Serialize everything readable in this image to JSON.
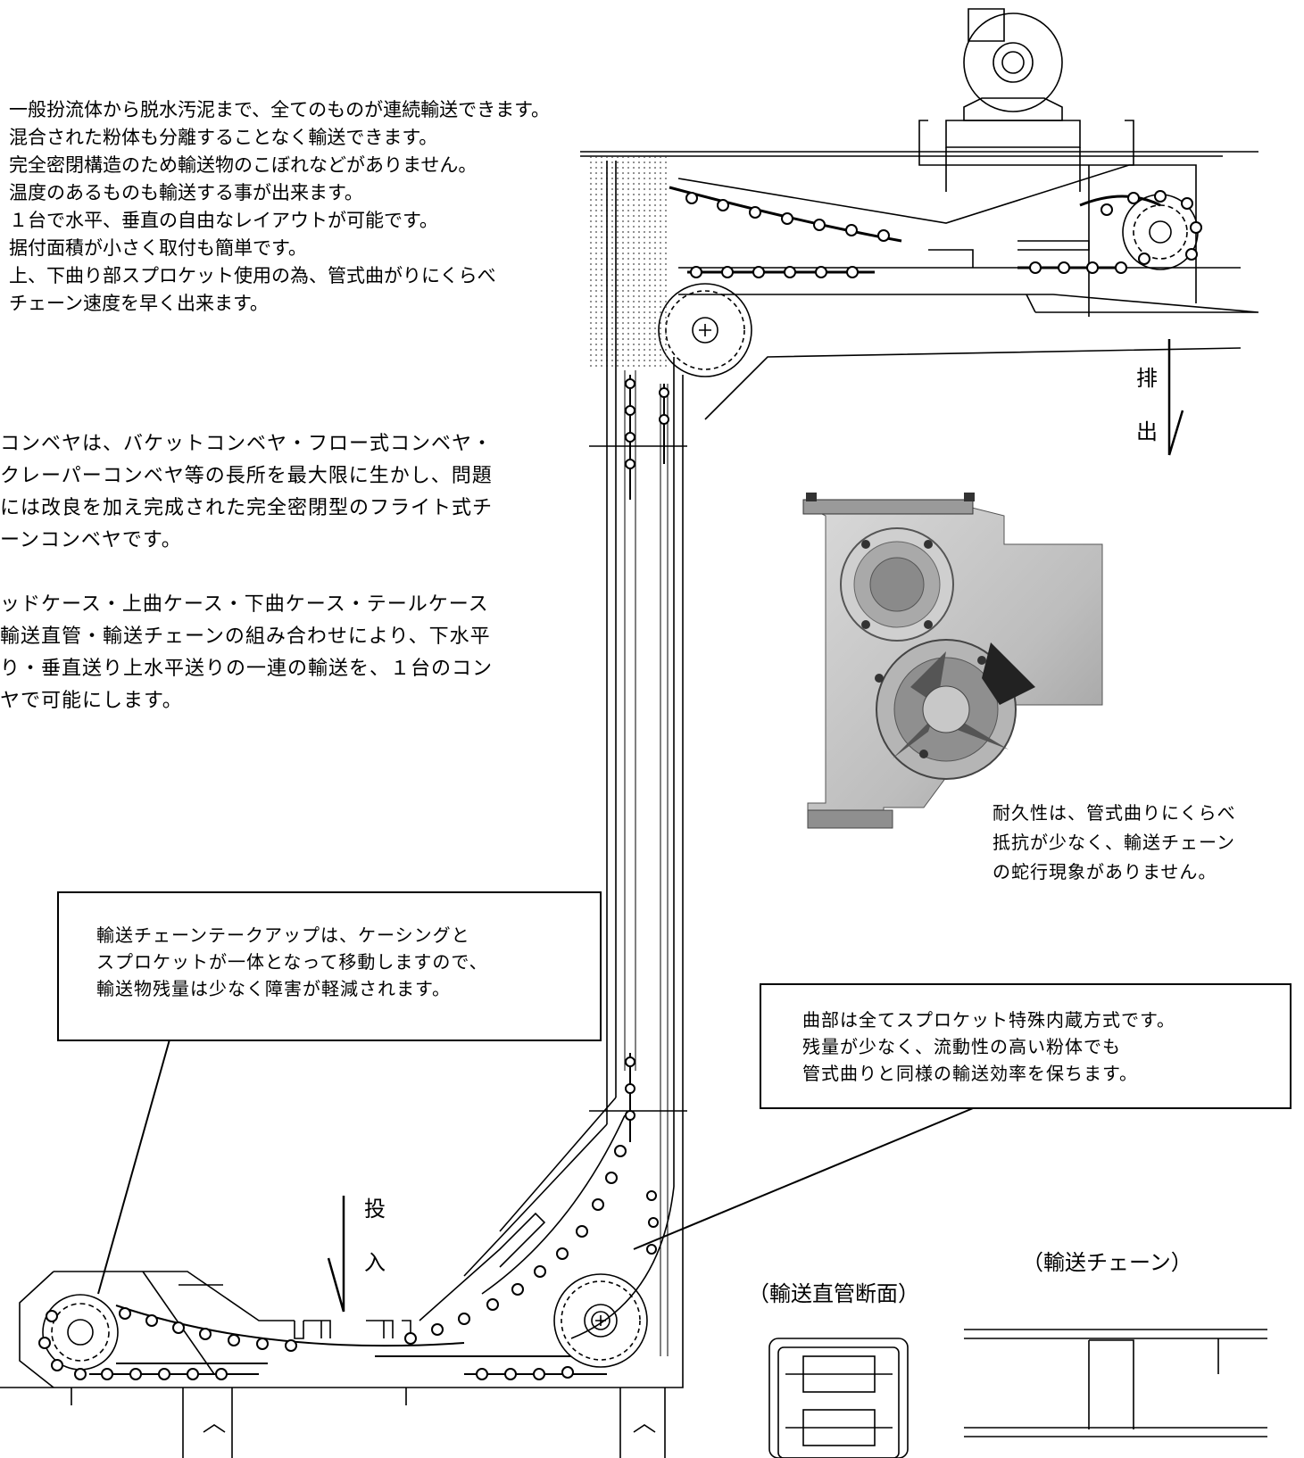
{
  "features": [
    "一般扮流体から脱水汚泥まで、全てのものが連続輸送できます。",
    "混合された粉体も分離することなく輸送できます。",
    "完全密閉構造のため輸送物のこぼれなどがありません。",
    "温度のあるものも輸送する事が出来ます。",
    "１台で水平、垂直の自由なレイアウトが可能です。",
    "据付面積が小さく取付も簡単です。",
    "上、下曲り部スプロケット使用の為、管式曲がりにくらべ",
    "チェーン速度を早く出来ます。"
  ],
  "description1": [
    "コンベヤは、バケットコンベヤ・フロー式コンベヤ・",
    "クレーパーコンベヤ等の長所を最大限に生かし、問題",
    "には改良を加え完成された完全密閉型のフライト式チ",
    "ーンコンベヤです。"
  ],
  "description2": [
    "ッドケース・上曲ケース・下曲ケース・テールケース",
    "輸送直管・輸送チェーンの組み合わせにより、下水平",
    "り・垂直送り上水平送りの一連の輸送を、１台のコン",
    "ヤで可能にします。"
  ],
  "durability_note": [
    "耐久性は、管式曲りにくらべ",
    "抵抗が少なく、輸送チェーン",
    "の蛇行現象がありません。"
  ],
  "takeup_box": [
    "輸送チェーンテークアップは、ケーシングと",
    "スプロケットが一体となって移動しますので、",
    "輸送物残量は少なく障害が軽減されます。"
  ],
  "bend_box": [
    "曲部は全てスプロケット特殊内蔵方式です。",
    "残量が少なく、流動性の高い粉体でも",
    "管式曲りと同様の輸送効率を保ちます。"
  ],
  "discharge_label": [
    "排",
    "出"
  ],
  "input_label": [
    "投",
    "入"
  ],
  "pipe_section_label": "（輸送直管断面）",
  "chain_label": "（輸送チェーン）"
}
